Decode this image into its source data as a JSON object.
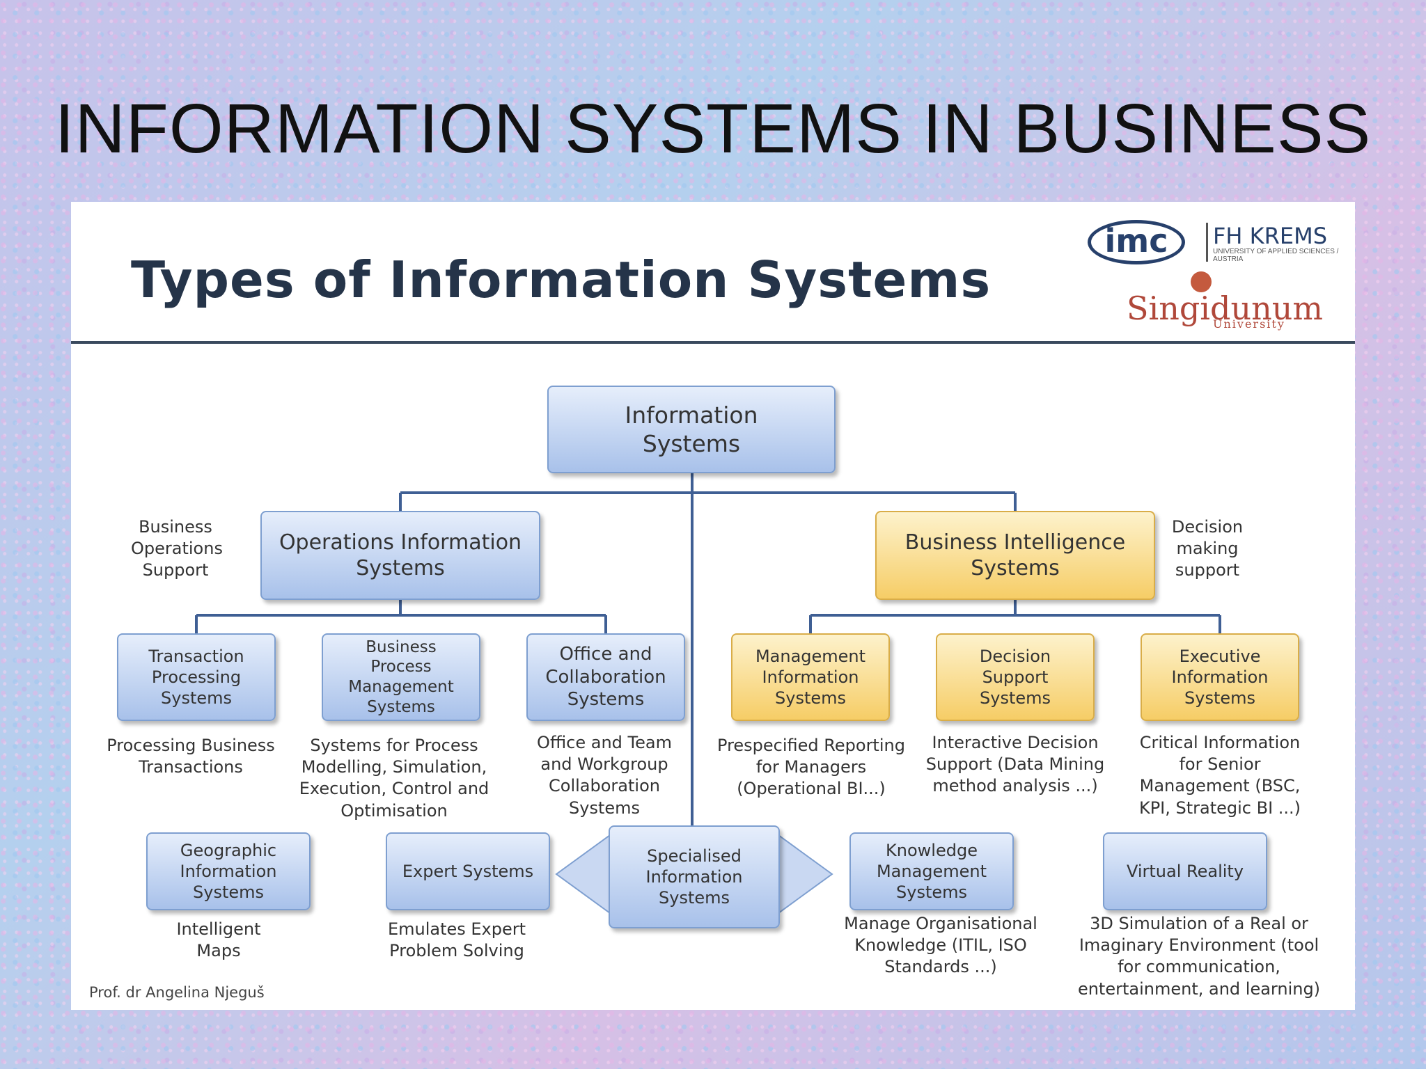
{
  "slide_title": "INFORMATION SYSTEMS IN BUSINESS",
  "panel": {
    "heading": "Types of Information Systems",
    "credit": "Prof. dr Angelina Njeguš",
    "logos": {
      "imc": "imc",
      "fh": "FH KREMS",
      "fh_sub": "UNIVERSITY OF APPLIED SCIENCES / AUSTRIA",
      "singidunum": "Singidunum",
      "singidunum_sub": "University"
    }
  },
  "diagram": {
    "root": "Information Systems",
    "operations": {
      "label": "Operations Information Systems",
      "side_note": "Business Operations Support",
      "children": [
        {
          "label": "Transaction Processing Systems",
          "desc": "Processing Business Transactions"
        },
        {
          "label": "Business Process Management Systems",
          "desc": "Systems for Process Modelling, Simulation, Execution, Control and Optimisation"
        },
        {
          "label": "Office and Collaboration Systems",
          "desc": "Office and Team and Workgroup Collaboration Systems"
        }
      ]
    },
    "bi": {
      "label": "Business Intelligence Systems",
      "side_note": "Decision making support",
      "children": [
        {
          "label": "Management Information Systems",
          "desc": "Prespecified Reporting for Managers (Operational BI...)"
        },
        {
          "label": "Decision Support Systems",
          "desc": "Interactive Decision Support (Data Mining method analysis ...)"
        },
        {
          "label": "Executive Information Systems",
          "desc": "Critical Information for Senior Management (BSC, KPI, Strategic BI ...)"
        }
      ]
    },
    "specialised": {
      "label": "Specialised Information Systems",
      "children": [
        {
          "label": "Geographic Information Systems",
          "desc": "Intelligent Maps"
        },
        {
          "label": "Expert Systems",
          "desc": "Emulates Expert Problem Solving"
        },
        {
          "label": "Knowledge Management Systems",
          "desc": "Manage Organisational Knowledge (ITIL, ISO Standards ...)"
        },
        {
          "label": "Virtual Reality",
          "desc": "3D Simulation of a Real or Imaginary Environment (tool for communication, entertainment, and learning)"
        }
      ]
    }
  },
  "colors": {
    "blue_node": "#a8c1ea",
    "gold_node": "#f6cd66",
    "connector": "#3f5f94"
  }
}
